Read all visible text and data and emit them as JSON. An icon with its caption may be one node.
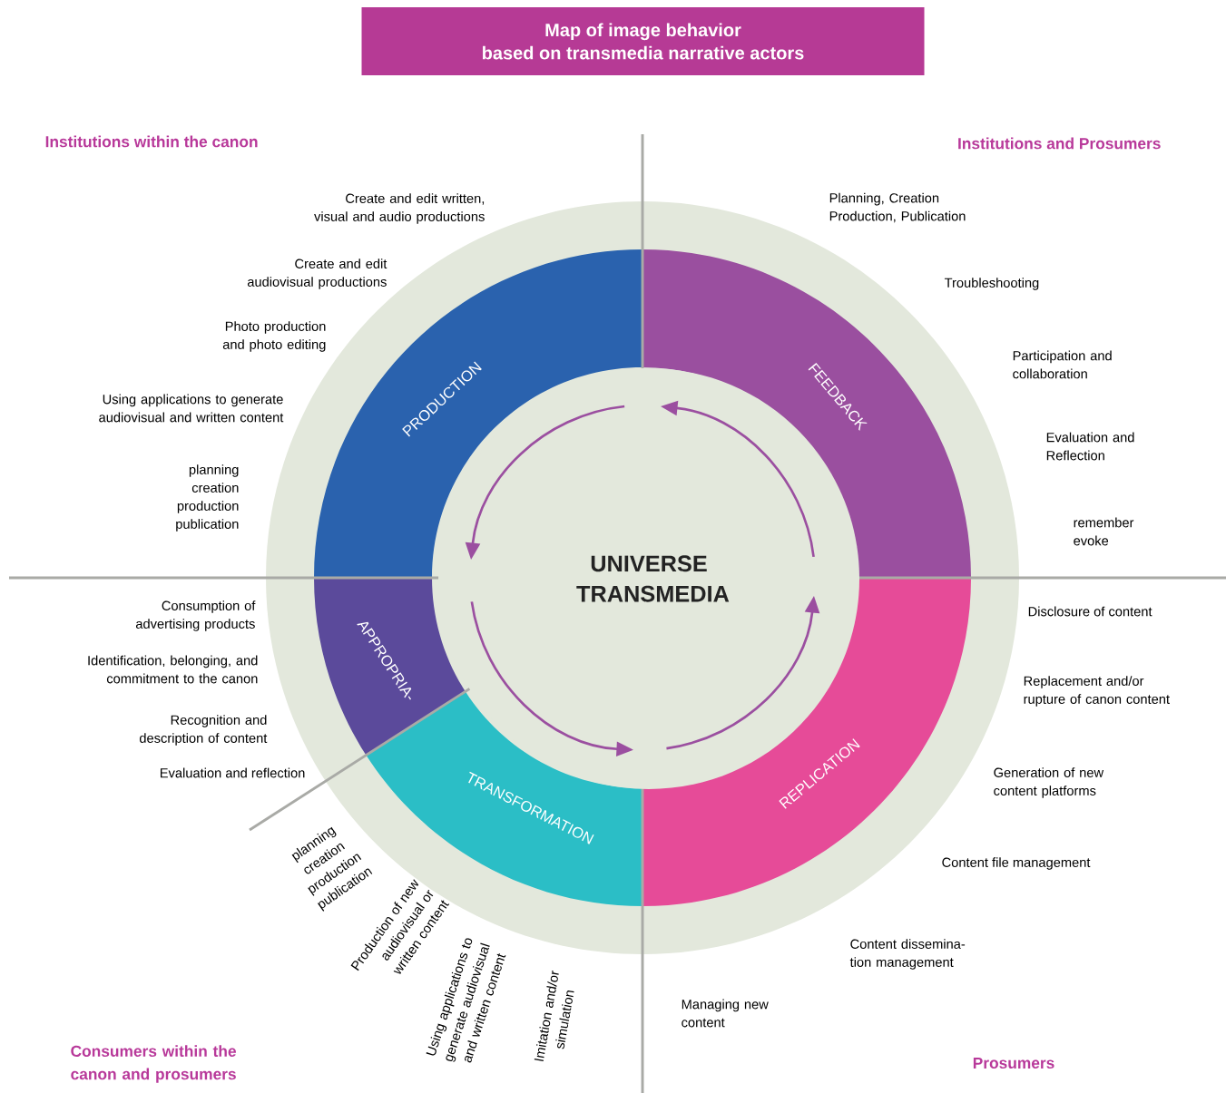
{
  "diagram": {
    "title": "Map of image behavior based on transmedia narrative actors",
    "nodes": [
      {
        "text": [
          "PRODUCTION"
        ]
      },
      {
        "text": [
          "FEEDBACK"
        ]
      },
      {
        "text": [
          "APPROPRIA-"
        ]
      },
      {
        "text": [
          "TRANSFORMATION"
        ]
      },
      {
        "text": [
          "REPLICATION"
        ]
      },
      {
        "text": [
          "UNIVERSE TRANSMEDIA"
        ]
      }
    ],
    "labels": [
      "Institutions within the canon",
      "Institutions and Prosumers",
      "Create and edit written, visual and audio productions",
      "Planning, Creation Production, Publication",
      "Create and edit audiovisual productions",
      "Troubleshooting",
      "Photo production and photo editing",
      "Participation and collaboration",
      "Using applications to generate audiovisual and written content",
      "Evaluation and Reflection",
      "planning creation production publication",
      "remember evoke",
      "Consumption of advertising products",
      "Disclosure of content",
      "Identification, belonging, and commitment to the canon",
      "Replacement and/or rupture of canon content",
      "Recognition and description of content",
      "Evaluation and reflection",
      "Generation of new content platforms",
      "planning creation production publication",
      "Content file management",
      "Production of new audiovisual or written content",
      "Using applications to generate audiovisual and written content",
      "Imitation and/or simulation",
      "Content dissemina- tion management",
      "Managing new content",
      "Consumers within the canon and prosumers",
      "Prosumers"
    ]
  }
}
